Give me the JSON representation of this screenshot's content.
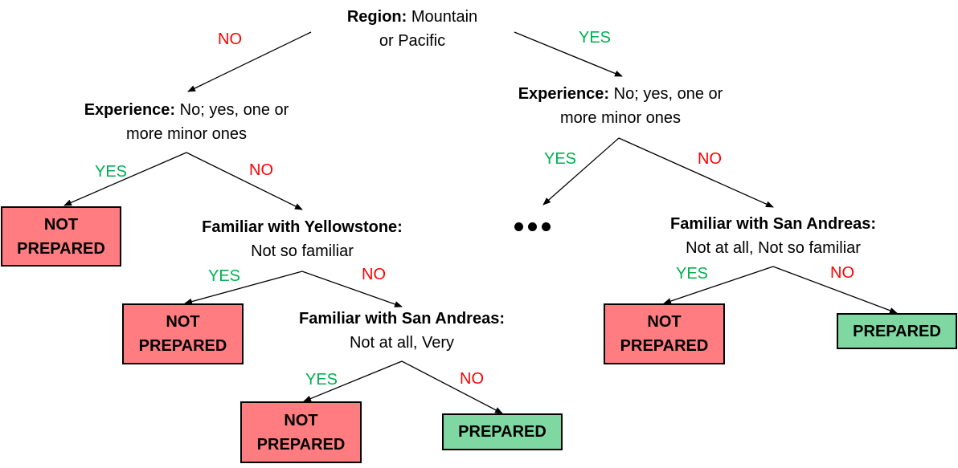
{
  "nodes": {
    "root": {
      "key": "Region:",
      "text_line1": " Mountain",
      "text_line2": "or Pacific"
    },
    "exp_left": {
      "key": "Experience:",
      "text_line1": " No; yes, one or",
      "text_line2": "more minor ones"
    },
    "exp_right": {
      "key": "Experience:",
      "text_line1": " No; yes, one or",
      "text_line2": "more minor ones"
    },
    "yellowstone": {
      "key": "Familiar with Yellowstone:",
      "text_line2": "Not so familiar"
    },
    "sanandreas_left": {
      "key": "Familiar with San Andreas:",
      "text_line2": "Not at  all, Very"
    },
    "sanandreas_right": {
      "key": "Familiar with San Andreas:",
      "text_line2": "Not at  all, Not so familiar"
    }
  },
  "leaves": {
    "not_prepared_line1": "NOT",
    "not_prepared_line2": "PREPARED",
    "prepared": "PREPARED"
  },
  "branch_labels": {
    "yes": "YES",
    "no": "NO"
  },
  "colors": {
    "not_prepared_fill": "#ff7c80",
    "prepared_fill": "#7fd8a1",
    "yes_label": "#00b050",
    "no_label": "#ff0000"
  }
}
